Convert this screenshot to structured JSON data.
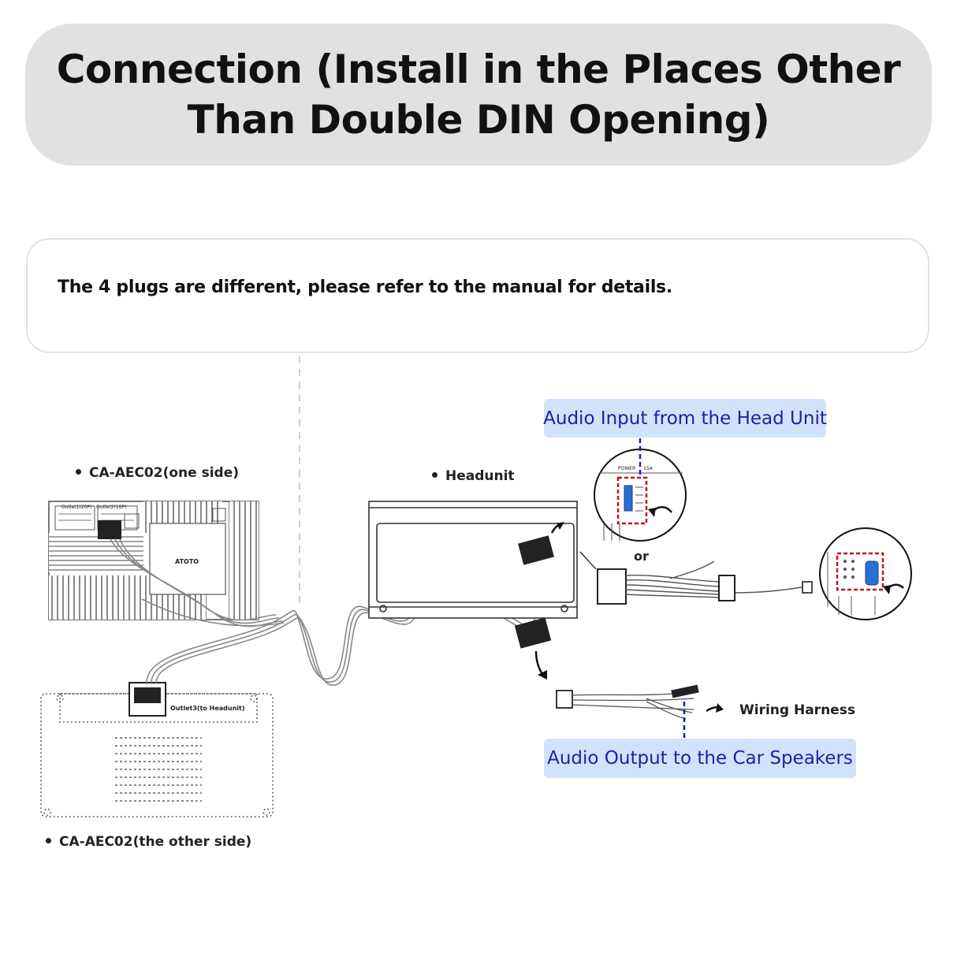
{
  "title": "Connection (Install in the Places Other Than Double DIN Opening)",
  "note": "The 4 plugs are different, please refer to the manual for details.",
  "labels": {
    "aec_one_side": "CA-AEC02(one side)",
    "aec_other_side": "CA-AEC02(the other side)",
    "headunit": "Headunit",
    "wiring_harness": "Wiring Harness",
    "or": "or"
  },
  "device_text": {
    "outlet1": "Outlet1(20P)",
    "outlet2": "Outlet2(16P)",
    "outlet3": "Outlet3(to Headunit)",
    "brand": "ATOTO",
    "power": "POWER",
    "fuse": "15A"
  },
  "callouts": {
    "audio_input": "Audio Input from the Head Unit",
    "audio_output": "Audio Output to the Car Speakers"
  },
  "colors": {
    "banner_bg": "#e1e1e1",
    "callout_bg": "#d3e2fb",
    "callout_text": "#1a22a8",
    "highlight_red": "#c0141c",
    "highlight_blue": "#2a6fd6"
  }
}
